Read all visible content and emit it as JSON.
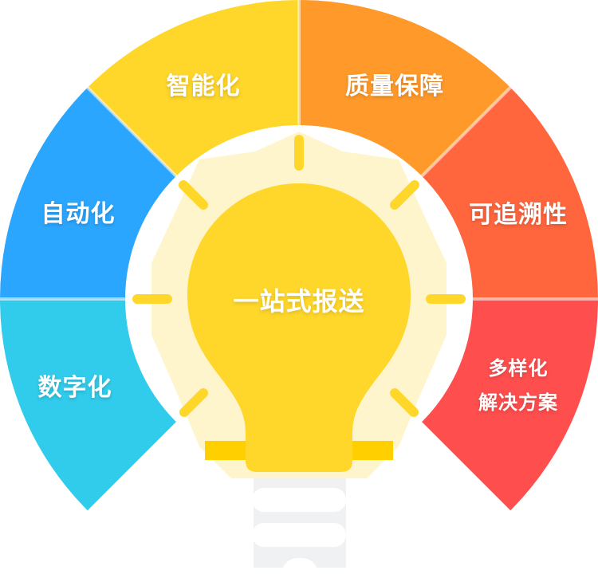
{
  "diagram": {
    "type": "radial-ring-with-lightbulb",
    "center": {
      "label": "一站式报送",
      "shape": "lightbulb",
      "color": "#FFD72A"
    },
    "segments": [
      {
        "id": "digitalization",
        "label": "数字化",
        "color": "#31CCEC"
      },
      {
        "id": "automation",
        "label": "自动化",
        "color": "#2BA6FF"
      },
      {
        "id": "intelligence",
        "label": "智能化",
        "color": "#FFD72A"
      },
      {
        "id": "quality",
        "label": "质量保障",
        "color": "#FF9A2A"
      },
      {
        "id": "traceability",
        "label": "可追溯性",
        "color": "#FF663E"
      },
      {
        "id": "solutions",
        "label_line1": "多样化",
        "label_line2": "解决方案",
        "color": "#FF4E4E"
      }
    ],
    "colors": {
      "halo": "#FFF3C4",
      "ray": "#FFD72A",
      "bulb_collar": "#FFCF00",
      "base": "#FFFFFF",
      "base_shadow": "#E3E6EA"
    }
  }
}
